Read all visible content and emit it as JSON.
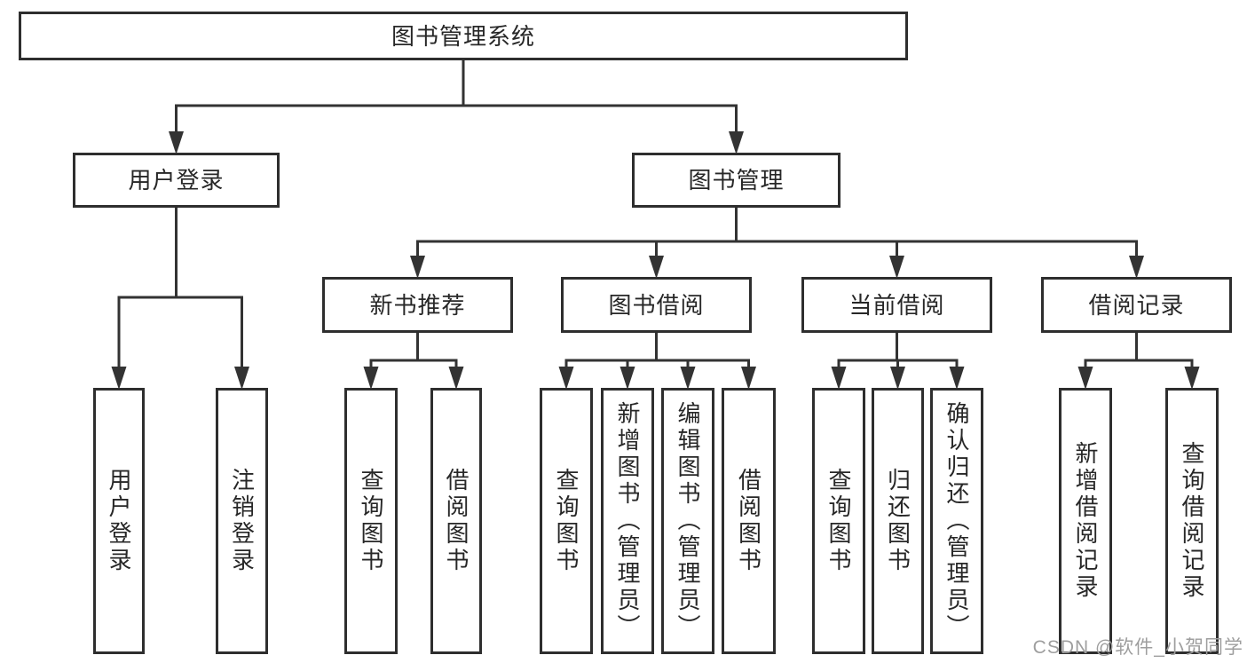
{
  "colors": {
    "background": "#ffffff",
    "line": "#333333",
    "box_border": "#2e2e2e",
    "box_fill": "#ffffff",
    "label": "#272727",
    "watermark": "#9e9e9e"
  },
  "watermark": {
    "text": "CSDN @软件_小贺同学"
  },
  "tree": {
    "id": "system",
    "label": "图书管理系统",
    "children": [
      {
        "id": "user-login",
        "label": "用户登录",
        "children": [
          {
            "id": "user-login-op",
            "label": "用户登录"
          },
          {
            "id": "logout-op",
            "label": "注销登录"
          }
        ]
      },
      {
        "id": "book-mgmt",
        "label": "图书管理",
        "children": [
          {
            "id": "new-book-rec",
            "label": "新书推荐",
            "children": [
              {
                "id": "nbr-query-book",
                "label": "查询图书"
              },
              {
                "id": "nbr-borrow-book",
                "label": "借阅图书"
              }
            ]
          },
          {
            "id": "book-borrow",
            "label": "图书借阅",
            "children": [
              {
                "id": "bb-query-book",
                "label": "查询图书"
              },
              {
                "id": "bb-add-book",
                "label": "新增图书（管理员）"
              },
              {
                "id": "bb-edit-book",
                "label": "编辑图书（管理员）"
              },
              {
                "id": "bb-borrow-book",
                "label": "借阅图书"
              }
            ]
          },
          {
            "id": "current-borrow",
            "label": "当前借阅",
            "children": [
              {
                "id": "cb-query-book",
                "label": "查询图书"
              },
              {
                "id": "cb-return-book",
                "label": "归还图书"
              },
              {
                "id": "cb-confirm-return",
                "label": "确认归还（管理员）"
              }
            ]
          },
          {
            "id": "borrow-records",
            "label": "借阅记录",
            "children": [
              {
                "id": "br-add-record",
                "label": "新增借阅记录"
              },
              {
                "id": "br-query-record",
                "label": "查询借阅记录"
              }
            ]
          }
        ]
      }
    ]
  }
}
